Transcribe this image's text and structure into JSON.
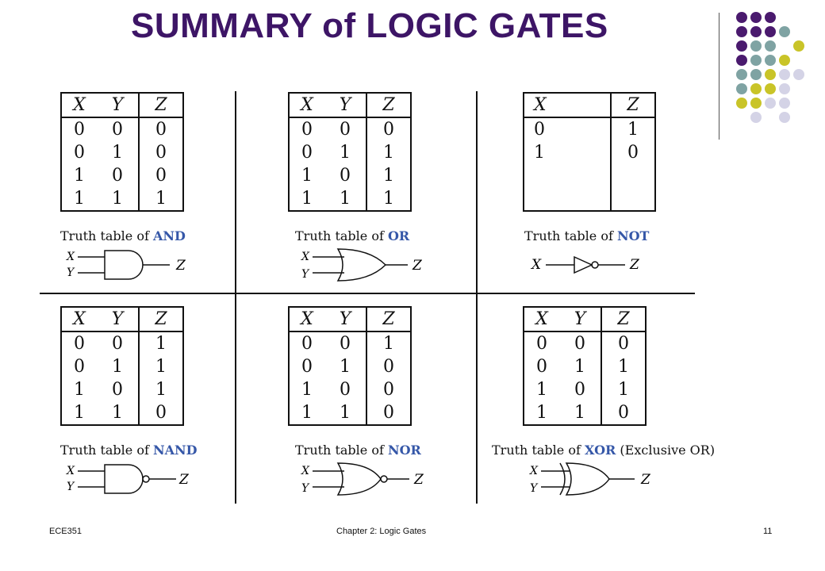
{
  "title": "SUMMARY of LOGIC GATES",
  "colors": {
    "title": "#3d1566",
    "gate_name": "#3557a8",
    "dot_purple": "#4a1a6e",
    "dot_teal": "#7fa3a3",
    "dot_yellow": "#c9c428",
    "dot_lavender": "#d4d3e6"
  },
  "caption_prefix": "Truth table of ",
  "labels": {
    "x": "X",
    "y": "Y",
    "z": "Z"
  },
  "gates": [
    {
      "name": "AND",
      "cols": [
        "X",
        "Y",
        "Z"
      ],
      "rows": [
        [
          "0",
          "0",
          "0"
        ],
        [
          "0",
          "1",
          "0"
        ],
        [
          "1",
          "0",
          "0"
        ],
        [
          "1",
          "1",
          "1"
        ]
      ],
      "suffix": ""
    },
    {
      "name": "OR",
      "cols": [
        "X",
        "Y",
        "Z"
      ],
      "rows": [
        [
          "0",
          "0",
          "0"
        ],
        [
          "0",
          "1",
          "1"
        ],
        [
          "1",
          "0",
          "1"
        ],
        [
          "1",
          "1",
          "1"
        ]
      ],
      "suffix": ""
    },
    {
      "name": "NOT",
      "cols": [
        "X",
        "Z"
      ],
      "rows": [
        [
          "0",
          "1"
        ],
        [
          "1",
          "0"
        ]
      ],
      "suffix": ""
    },
    {
      "name": "NAND",
      "cols": [
        "X",
        "Y",
        "Z"
      ],
      "rows": [
        [
          "0",
          "0",
          "1"
        ],
        [
          "0",
          "1",
          "1"
        ],
        [
          "1",
          "0",
          "1"
        ],
        [
          "1",
          "1",
          "0"
        ]
      ],
      "suffix": ""
    },
    {
      "name": "NOR",
      "cols": [
        "X",
        "Y",
        "Z"
      ],
      "rows": [
        [
          "0",
          "0",
          "1"
        ],
        [
          "0",
          "1",
          "0"
        ],
        [
          "1",
          "0",
          "0"
        ],
        [
          "1",
          "1",
          "0"
        ]
      ],
      "suffix": ""
    },
    {
      "name": "XOR",
      "cols": [
        "X",
        "Y",
        "Z"
      ],
      "rows": [
        [
          "0",
          "0",
          "0"
        ],
        [
          "0",
          "1",
          "1"
        ],
        [
          "1",
          "0",
          "1"
        ],
        [
          "1",
          "1",
          "0"
        ]
      ],
      "suffix": " (Exclusive OR)"
    }
  ],
  "footer": {
    "left": "ECE351",
    "center": "Chapter 2:  Logic Gates",
    "right": "11"
  }
}
